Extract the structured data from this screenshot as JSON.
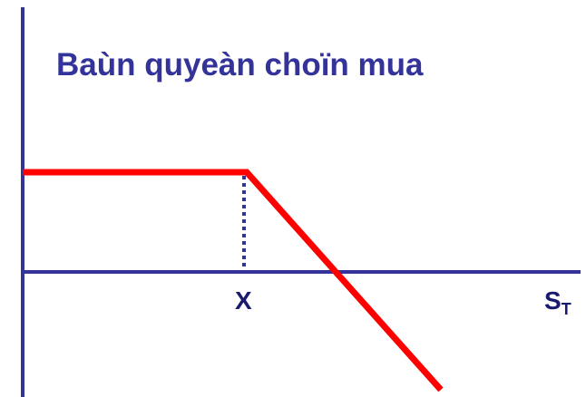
{
  "title": "Baùn quyeàn choïn mua",
  "labels": {
    "strike": "X",
    "price_main": "S",
    "price_sub": "T"
  },
  "colors": {
    "title": "#333399",
    "axis": "#333399",
    "payoff": "#ff0000"
  }
}
